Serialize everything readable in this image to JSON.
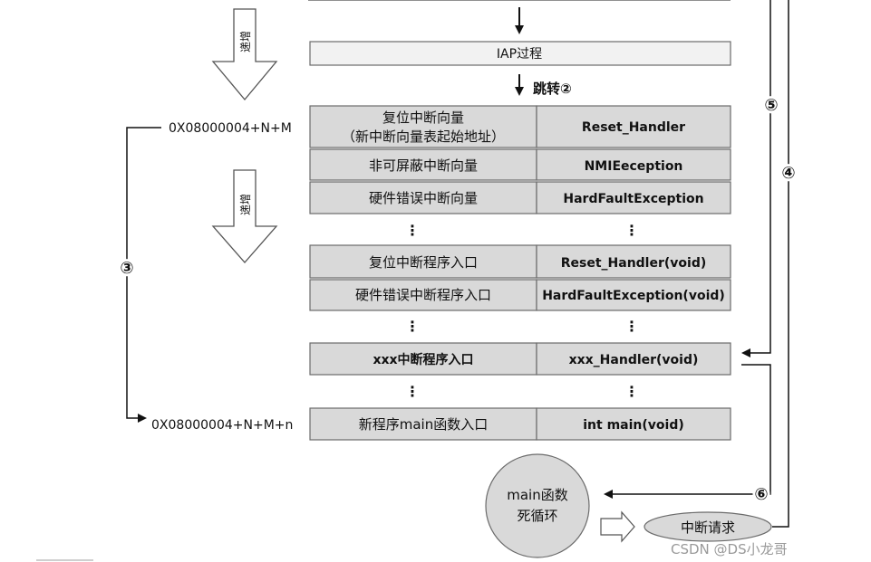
{
  "labels": {
    "increase_top": "递增",
    "increase_mid": "递增",
    "iap_process": "IAP过程",
    "jump": "跳转②",
    "addr_top": "0X08000004+N+M",
    "addr_bottom": "0X08000004+N+M+n",
    "step3": "③",
    "step4": "④",
    "step5": "⑤",
    "step6": "⑥",
    "main_loop_1": "main函数",
    "main_loop_2": "死循环",
    "interrupt_request": "中断请求",
    "watermark": "CSDN @DS小龙哥"
  },
  "table": {
    "rows": [
      {
        "left": "复位中断向量",
        "left2": "（新中断向量表起始地址）",
        "right": "Reset_Handler"
      },
      {
        "left": "非可屏蔽中断向量",
        "right": "NMIEeception"
      },
      {
        "left": "硬件错误中断向量",
        "right": "HardFaultException"
      },
      {
        "left": "⋮",
        "right": "⋮"
      },
      {
        "left": "复位中断程序入口",
        "right": "Reset_Handler(void)"
      },
      {
        "left": "硬件错误中断程序入口",
        "right": "HardFaultException(void)"
      },
      {
        "left": "⋮",
        "right": "⋮"
      },
      {
        "left": "xxx中断程序入口",
        "right": "xxx_Handler(void)"
      },
      {
        "left": "⋮",
        "right": "⋮"
      },
      {
        "left": "新程序main函数入口",
        "right": "int main(void)"
      }
    ]
  }
}
